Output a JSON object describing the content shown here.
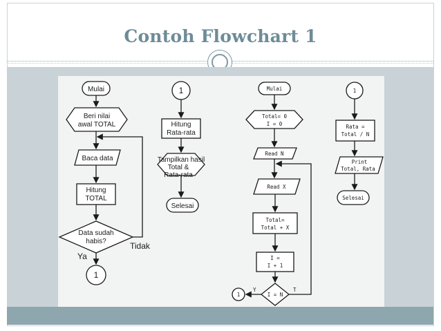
{
  "slide": {
    "title": "Contoh Flowchart 1"
  },
  "flowchart_a": {
    "start": "Mulai",
    "init": [
      "Beri nilai",
      "awal TOTAL"
    ],
    "read": "Baca data",
    "calc": [
      "Hitung",
      "TOTAL"
    ],
    "decision": [
      "Data sudah",
      "habis?"
    ],
    "no_label": "Tidak",
    "yes_label": "Ya",
    "connector": "1"
  },
  "flowchart_b": {
    "connector": "1",
    "calc": [
      "Hitung",
      "Rata-rata"
    ],
    "display": [
      "Tampilkan hasil",
      "Total &",
      "Rata-rata"
    ],
    "end": "Selesai"
  },
  "flowchart_c": {
    "start": "Mulai",
    "init": [
      "Total= 0",
      "I = 0"
    ],
    "read_n": "Read N",
    "read_x": "Read X",
    "sum": [
      "Total=",
      "Total + X"
    ],
    "incr": [
      "I =",
      "I + 1"
    ],
    "decision": "I = N",
    "yes_label": "Y",
    "no_label": "T",
    "connector": "1"
  },
  "flowchart_d": {
    "connector": "1",
    "calc": [
      "Rata =",
      "Total / N"
    ],
    "print": [
      "Print",
      "Total, Rata"
    ],
    "end": "Selesai"
  }
}
